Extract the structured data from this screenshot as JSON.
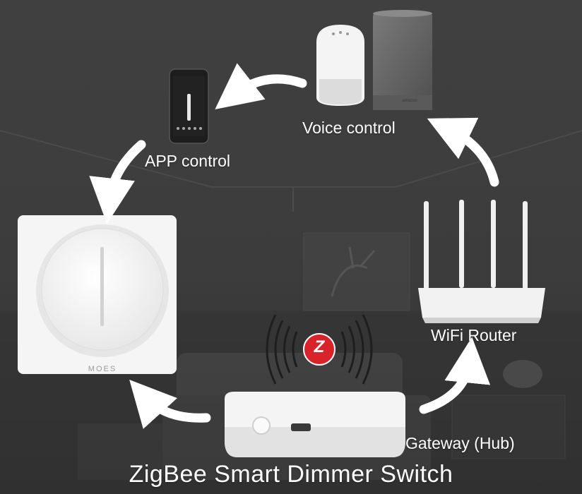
{
  "labels": {
    "voice_control": "Voice control",
    "app_control": "APP control",
    "wifi_router": "WiFi Router",
    "gateway_hub": "Gateway (Hub)",
    "title": "ZigBee Smart Dimmer Switch"
  },
  "devices": {
    "switch_brand": "MOES",
    "speaker_brand": "amazon",
    "zigbee_logo_letter": "Z"
  },
  "colors": {
    "background": "#3a3a3a",
    "text": "#ffffff",
    "zigbee_red": "#d8232a",
    "device_white": "#f2f2f2"
  },
  "icons": [
    "phone-icon",
    "smart-speaker-icon",
    "router-icon",
    "hub-icon",
    "dimmer-switch-icon",
    "zigbee-logo-icon",
    "signal-waves-icon"
  ]
}
